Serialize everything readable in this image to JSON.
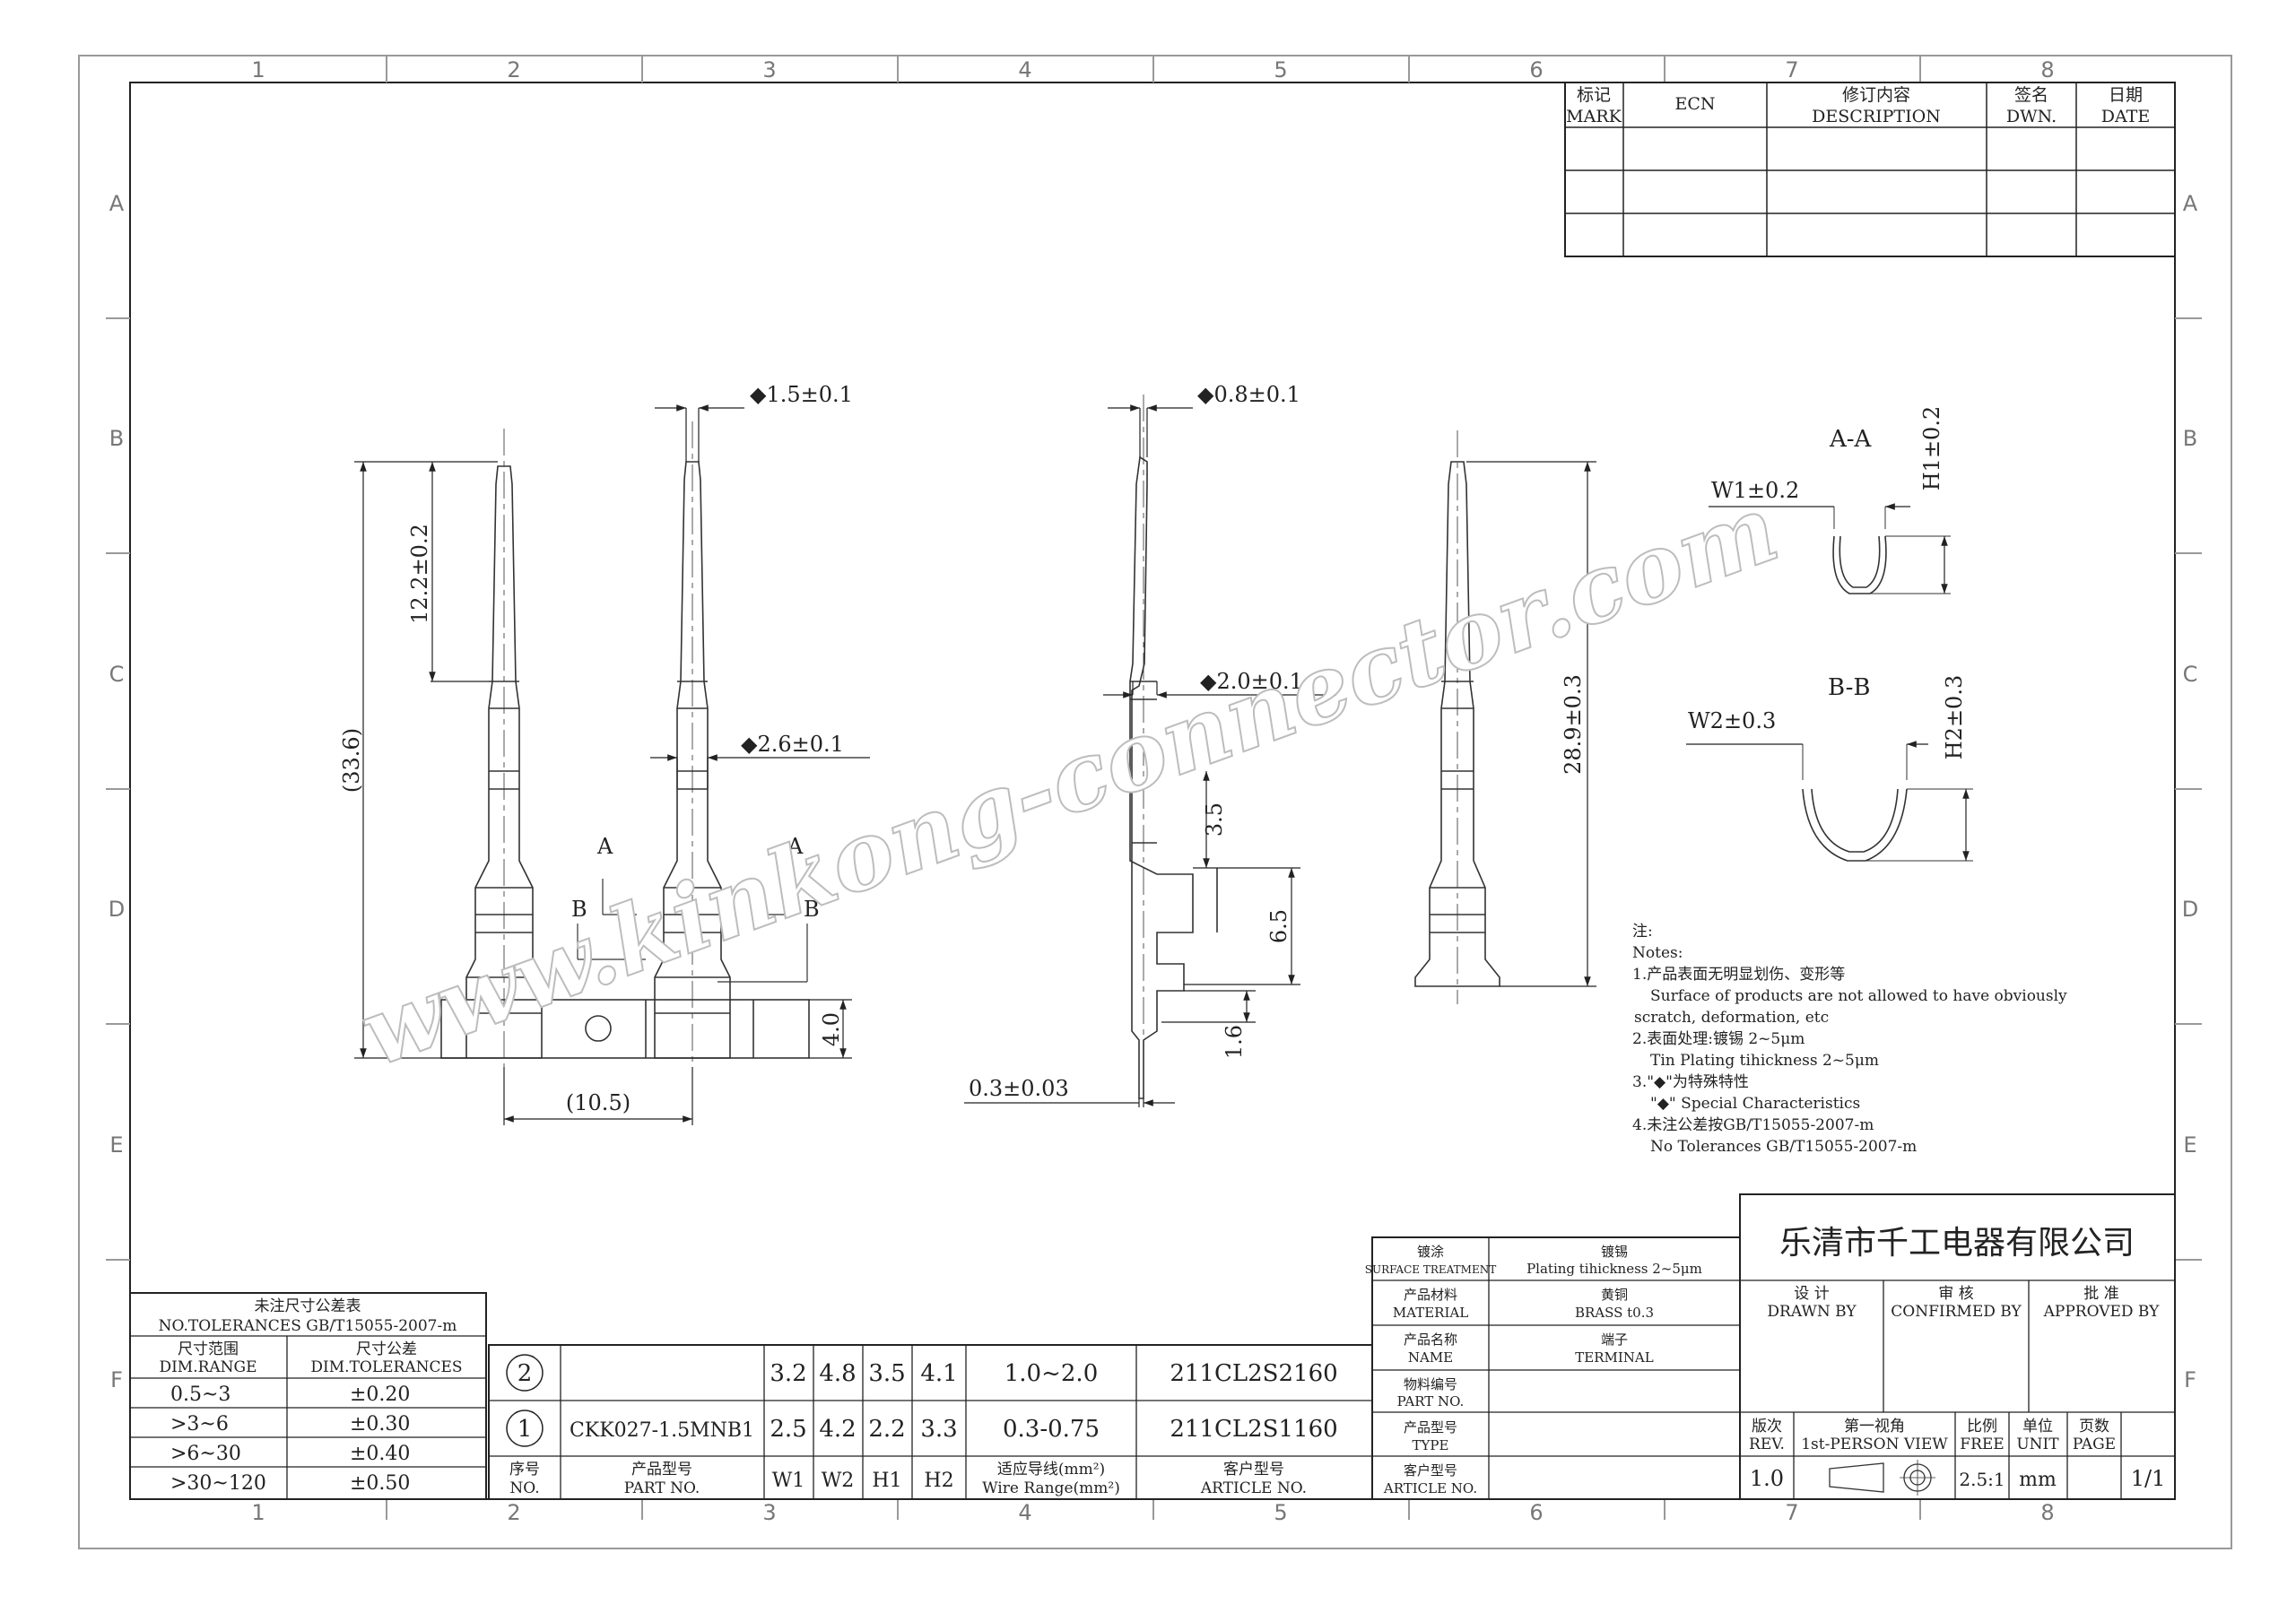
{
  "border": {
    "cols": [
      "1",
      "2",
      "3",
      "4",
      "5",
      "6",
      "7",
      "8"
    ],
    "rows": [
      "A",
      "B",
      "C",
      "D",
      "E",
      "F"
    ]
  },
  "revision_table": {
    "mark_cn": "标记",
    "mark_en": "MARK",
    "ecn": "ECN",
    "desc_cn": "修订内容",
    "desc_en": "DESCRIPTION",
    "dwn_cn": "签名",
    "dwn_en": "DWN.",
    "date_cn": "日期",
    "date_en": "DATE"
  },
  "dimensions": {
    "d1": "◆1.5±0.1",
    "d2": "◆0.8±0.1",
    "d3": "12.2±0.2",
    "d4": "(33.6)",
    "d5": "◆2.6±0.1",
    "d6": "◆2.0±0.1",
    "d7": "3.5",
    "d8": "6.5",
    "d9": "1.6",
    "d10": "0.3±0.03",
    "d11": "28.9±0.3",
    "d12": "4.0",
    "d13": "(10.5)",
    "sec_a": "A",
    "sec_b": "B"
  },
  "sections": {
    "aa_title": "A-A",
    "w1": "W1±0.2",
    "h1": "H1±0.2",
    "bb_title": "B-B",
    "w2": "W2±0.3",
    "h2": "H2±0.3"
  },
  "notes": {
    "head_cn": "注:",
    "head_en": "Notes:",
    "n1_cn": "1.产品表面无明显划伤、变形等",
    "n1_en_a": "Surface of products are not allowed to have obviously",
    "n1_en_b": "scratch, deformation, etc",
    "n2_cn": "2.表面处理:镀锡 2~5μm",
    "n2_en": "Tin Plating tihickness 2~5μm",
    "n3_cn": "3.\"◆\"为特殊特性",
    "n3_en": "\"◆\" Special Characteristics",
    "n4_cn": "4.未注公差按GB/T15055-2007-m",
    "n4_en": "No Tolerances GB/T15055-2007-m"
  },
  "watermark": "www.kinkong-connector.com",
  "tolerance_table": {
    "title_cn": "未注尺寸公差表",
    "title_en": "NO.TOLERANCES GB/T15055-2007-m",
    "col1_cn": "尺寸范围",
    "col1_en": "DIM.RANGE",
    "col2_cn": "尺寸公差",
    "col2_en": "DIM.TOLERANCES",
    "rows": [
      {
        "range": "0.5~3",
        "tol": "±0.20"
      },
      {
        "range": ">3~6",
        "tol": "±0.30"
      },
      {
        "range": ">6~30",
        "tol": "±0.40"
      },
      {
        "range": ">30~120",
        "tol": "±0.50"
      }
    ]
  },
  "product_table": {
    "rows": [
      {
        "no": "2",
        "part": "",
        "w1": "3.2",
        "w2": "4.8",
        "h1": "3.5",
        "h2": "4.1",
        "wire": "1.0~2.0",
        "article": "211CL2S2160"
      },
      {
        "no": "1",
        "part": "CKK027-1.5MNB1",
        "w1": "2.5",
        "w2": "4.2",
        "h1": "2.2",
        "h2": "3.3",
        "wire": "0.3-0.75",
        "article": "211CL2S1160"
      }
    ],
    "hdr_no_cn": "序号",
    "hdr_no_en": "NO.",
    "hdr_part_cn": "产品型号",
    "hdr_part_en": "PART NO.",
    "hdr_w1": "W1",
    "hdr_w2": "W2",
    "hdr_h1": "H1",
    "hdr_h2": "H2",
    "hdr_wire_cn": "适应导线(mm²)",
    "hdr_wire_en": "Wire Range(mm²)",
    "hdr_article_cn": "客户型号",
    "hdr_article_en": "ARTICLE NO."
  },
  "spec_table": {
    "plating_cn": "镀涂",
    "plating_en": "SURFACE TREATMENT",
    "plating_val_cn": "镀锡",
    "plating_val_en": "Plating tihickness 2~5μm",
    "material_cn": "产品材料",
    "material_en": "MATERIAL",
    "material_val_cn": "黄铜",
    "material_val_en": "BRASS t0.3",
    "name_cn": "产品名称",
    "name_en": "NAME",
    "name_val_cn": "端子",
    "name_val_en": "TERMINAL",
    "partno_cn": "物料编号",
    "partno_en": "PART NO.",
    "type_cn": "产品型号",
    "type_en": "TYPE",
    "article_cn": "客户型号",
    "article_en": "ARTICLE NO."
  },
  "title_block": {
    "company": "乐清市千工电器有限公司",
    "drawn_cn": "设 计",
    "drawn_en": "DRAWN BY",
    "confirmed_cn": "审 核",
    "confirmed_en": "CONFIRMED BY",
    "approved_cn": "批 准",
    "approved_en": "APPROVED BY",
    "rev_cn": "版次",
    "rev_en": "REV.",
    "rev_val": "1.0",
    "view_cn": "第一视角",
    "view_en": "1st-PERSON VIEW",
    "scale_cn": "比例",
    "scale_en": "FREE",
    "scale_val": "2.5:1",
    "unit_cn": "单位",
    "unit_en": "UNIT",
    "unit_val": "mm",
    "page_cn": "页数",
    "page_en": "PAGE",
    "page_val": "1/1"
  }
}
